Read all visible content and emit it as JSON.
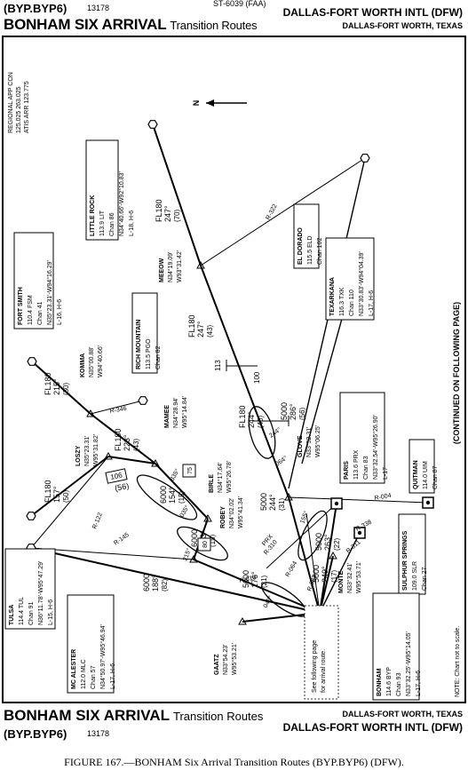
{
  "header": {
    "chart_id": "(BYP.BYP6)",
    "chart_number": "13178",
    "faa_id": "ST-6039 (FAA)",
    "title": "BONHAM SIX ARRIVAL",
    "subtitle": "Transition Routes",
    "airport": "DALLAS-FORT WORTH INTL (DFW)",
    "city": "DALLAS-FORT WORTH, TEXAS"
  },
  "footer": {
    "title": "BONHAM SIX ARRIVAL",
    "subtitle": "Transition Routes",
    "chart_id": "(BYP.BYP6)",
    "chart_number": "13178",
    "city": "DALLAS-FORT WORTH, TEXAS",
    "airport": "DALLAS-FORT WORTH INTL (DFW)"
  },
  "caption": "FIGURE 167.—BONHAM Six Arrival Transition Routes (BYP.BYP6) (DFW).",
  "map": {
    "comms": [
      "REGIONAL APP CON",
      "125.025  263.025",
      "ATIS ARR 123.775"
    ],
    "continued": "(CONTINUED ON FOLLOWING PAGE)",
    "north": "N",
    "not_to_scale": "NOTE:  Chart not to scale.",
    "see_following": [
      "See following page",
      "for arrival route."
    ],
    "navaids": {
      "little_rock": [
        "LITTLE ROCK",
        "113.9  LIT",
        "Chan 86",
        "N34°40.66'-W92°10.83'",
        "L-18, H-6"
      ],
      "fort_smith": [
        "FORT SMITH",
        "110.4  FSM",
        "Chan 41",
        "N35°23.31'-W94°16.29'",
        "L-16, H-6"
      ],
      "rich_mountain": [
        "RICH MOUNTAIN",
        "113.5  PGO",
        "Chan 82"
      ],
      "el_dorado": [
        "EL DORADO",
        "115.5  ELD",
        "Chan 102"
      ],
      "texarkana": [
        "TEXARKANA",
        "116.3  TXK",
        "Chan 110",
        "N33°30.83'-W94°04.39'",
        "L-17, H-6"
      ],
      "paris": [
        "PARIS",
        "113.6  PRX",
        "Chan 83",
        "N33°32.54'-W95°26.90'",
        "L-17"
      ],
      "quitman": [
        "QUITMAN",
        "114.0  UIM",
        "Chan 87"
      ],
      "sulphur_springs": [
        "SULPHUR SPRINGS",
        "109.0  SLR",
        "Chan 27"
      ],
      "tulsa": [
        "TULSA",
        "114.4  TUL",
        "Chan 91",
        "N36°11.78'-W95°47.29'",
        "L-15, H-6"
      ],
      "mc_alester": [
        "MC ALESTER",
        "112.0  MLC",
        "Chan 57",
        "N34°50.97'-W95°46.94'",
        "L-17, H-6"
      ],
      "bonham": [
        "BONHAM",
        "114.6  BYP",
        "Chan 93",
        "N33°32.25'-W95°14.05'",
        "L-17, H-6"
      ]
    },
    "fixes": {
      "meeow": [
        "MEEOW",
        "N34°19.09'",
        "W93°31.42'"
      ],
      "komma": [
        "KOMMA",
        "N35°00.88'",
        "W94°40.66'"
      ],
      "loszy": [
        "LOSZY",
        "N35°23.31'",
        "W95°31.82'"
      ],
      "mamee": [
        "MAMEE",
        "N34°28.94'",
        "W95°14.84'"
      ],
      "birle": [
        "BIRLE",
        "N34°17.64'",
        "W95°26.78'"
      ],
      "robey": [
        "ROBEY",
        "N34°02.02'",
        "W95°41.34'"
      ],
      "glove": [
        "GLOVE",
        "N33°52.31'",
        "W95°06.25'"
      ],
      "monte": [
        "MONTE",
        "N33°32.41'",
        "W95°53.71'"
      ],
      "gaatz": [
        "GAATZ",
        "N33°54.23'",
        "W95°53.21'"
      ]
    },
    "route_labels": {
      "lit_alt": "FL180",
      "lit_crs": "247°",
      "lit_dist": "(70)",
      "meeow_alt": "FL180",
      "meeow_crs": "247°",
      "meeow_dist": "(43)",
      "r322": "R-322",
      "mid_alt": "FL180",
      "mid_crs": "244°",
      "mid_dist": "(40)",
      "eld_alt": "5000",
      "eld_crs": "286°",
      "eld_dist": "(56)",
      "num_100": "100",
      "num_113": "113",
      "fsm_alt": "FL180",
      "fsm_crs": "215°",
      "fsm_dist": "(30)",
      "r346": "R-346",
      "komma_alt": "FL180",
      "komma_crs": "223°",
      "komma_dist": "(43)",
      "tul_alt": "FL180",
      "tul_crs": "157°",
      "tul_dist": "(50)",
      "box_106": "106",
      "dist_56": "(56)",
      "r122": "R-122",
      "r145": "R-145",
      "mlc_alt": "6000",
      "mlc_crs": "188°",
      "mlc_dist": "(82)",
      "r010": "R-010",
      "birle_alt": "6000",
      "birle_crs": "154°",
      "birle_dist": "(15)",
      "robey_alt": "6000",
      "robey_crs": "213°",
      "robey_dist": "(15)",
      "hold_75": "75",
      "hold_80": "80",
      "glove_alt": "5000",
      "glove_crs": "244°",
      "glove_dist": "(31)",
      "prx_alt": "5000",
      "prx_crs": "263°",
      "prx_dist": "(22)",
      "gaatz_alt": "5000",
      "gaatz_crs": "176°",
      "gaatz_dist": "(21)",
      "monte_alt": "5000",
      "monte_crs": "249°",
      "monte_dist": "(17)",
      "r004": "R-004",
      "r338": "R-338",
      "r311": "R-311",
      "prx_r310": "PRX",
      "r310": "R-310",
      "r083": "R-083",
      "r064": "R-064",
      "h064": "064°",
      "h244": "244°",
      "h035": "035°",
      "h335": "335°",
      "h215": "215°",
      "h155": "155°",
      "h045": "045°"
    }
  }
}
